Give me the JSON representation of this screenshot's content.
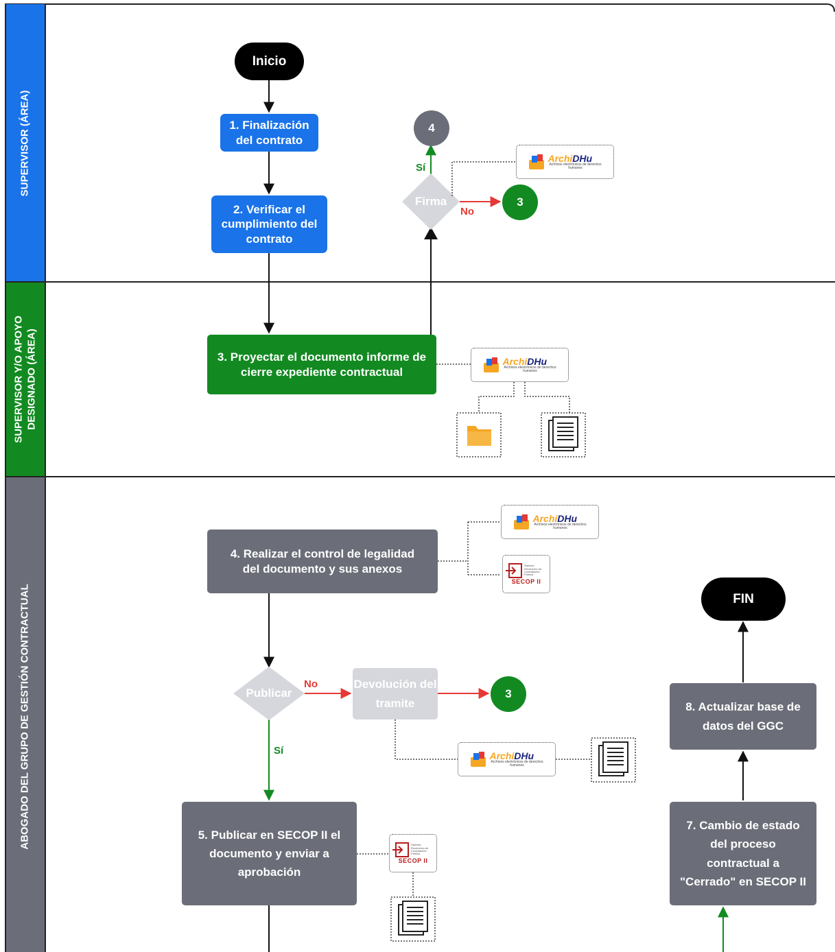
{
  "lanes": [
    {
      "label": "SUPERVISOR (ÁREA)",
      "color": "#1a73e8"
    },
    {
      "label": "SUPERVISOR Y/O APOYO DESIGNADO (ÁREA)",
      "color": "#128a21"
    },
    {
      "label": "ABOGADO DEL GRUPO DE GESTIÓN CONTRACTUAL",
      "color": "#6b6e78"
    }
  ],
  "nodes": {
    "inicio": "Inicio",
    "fin": "FIN",
    "step1": "1. Finalización del contrato",
    "step2": "2. Verificar el cumplimiento del contrato",
    "step3": "3. Proyectar el documento informe de cierre expediente contractual",
    "step4": "4. Realizar el control de legalidad del documento y sus anexos",
    "step5": "5. Publicar en SECOP II el documento y enviar a aprobación",
    "step7": "7. Cambio de estado del proceso contractual a \"Cerrado\" en SECOP II",
    "step8": "8. Actualizar base de datos del GGC",
    "devolucion": "Devolución del tramite"
  },
  "decisions": {
    "firma": "Firma",
    "publicar": "Publicar"
  },
  "connectors": {
    "to4": "4",
    "to3_a": "3",
    "to3_b": "3"
  },
  "flow_labels": {
    "si_firma": "Sí",
    "no_firma": "No",
    "no_publicar": "No",
    "si_publicar": "Sí"
  },
  "systems": {
    "archidhu": {
      "name_part1": "Archi",
      "name_part2": "DHu",
      "subtitle": "Archivos electrónicos de derechos humanos"
    },
    "secop": {
      "label": "SECOP II",
      "subtitle": "Sistema Electrónico de Contratación Pública"
    }
  },
  "colors": {
    "blue": "#1a73e8",
    "green": "#128a21",
    "gray": "#6b6e78",
    "light_gray": "#d5d7dc",
    "red": "#e53935",
    "folder": "#f5a623",
    "secop_red": "#b71c1c"
  }
}
